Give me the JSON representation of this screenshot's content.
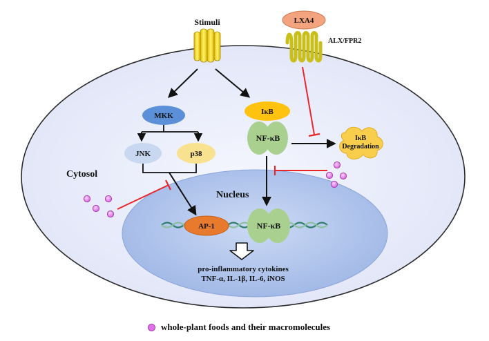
{
  "labels": {
    "stimuli": "Stimuli",
    "lxa4": "LXA4",
    "receptor": "ALX/FPR2",
    "cytosol": "Cytosol",
    "nucleus": "Nucleus",
    "mkk": "MKK",
    "jnk": "JNK",
    "p38": "p38",
    "ikb": "IκB",
    "nfkb_cyto": "NF-κB",
    "nfkb_nuc": "NF-κB",
    "ikb_degradation_line1": "IκB",
    "ikb_degradation_line2": "Degradation",
    "ap1": "AP-1",
    "cytokines_line1": "pro-inflammatory cytokines",
    "cytokines_line2": "TNF-α, IL-1β, IL-6, iNOS"
  },
  "legend": {
    "text": "whole-plant foods and their macromolecules"
  },
  "colors": {
    "cell_fill": "#e9ecfa",
    "nucleus_fill": "#bccdf0",
    "mkk": "#5b8fd8",
    "jnk": "#c8d8f0",
    "p38": "#f9e28f",
    "ikb": "#ffc20e",
    "nfkb": "#a9d08e",
    "ap1": "#e87a2e",
    "lxa4": "#f3a47f",
    "inhibition": "#e8262a",
    "dot": "#e070e8"
  }
}
